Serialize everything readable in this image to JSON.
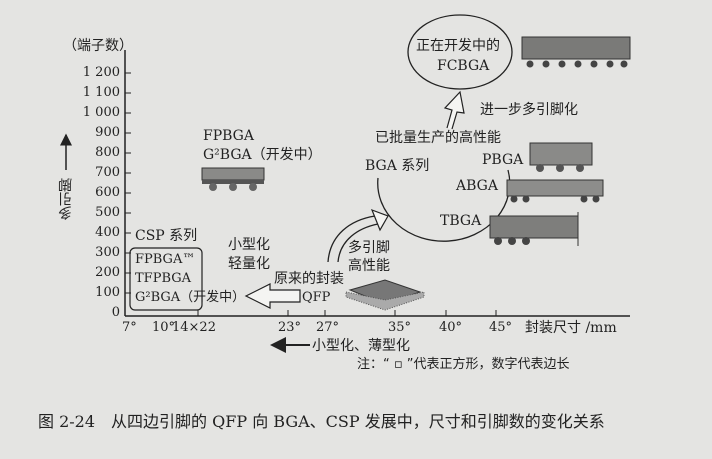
{
  "yaxis": {
    "unit": "（端子数）",
    "label": "多引脚",
    "ticks": [
      "0",
      "100",
      "200",
      "300",
      "400",
      "500",
      "600",
      "700",
      "800",
      "900",
      "1 000",
      "1 100",
      "1 200"
    ]
  },
  "xaxis": {
    "ticks": [
      "7°",
      "10°",
      "14×22",
      "23°",
      "27°",
      "35°",
      "40°",
      "45°"
    ],
    "label": "封装尺寸 /mm",
    "direction_label": "小型化、薄型化"
  },
  "fpbga": {
    "line1": "FPBGA",
    "line2": "G²BGA（开发中）"
  },
  "csp": {
    "title": "CSP 系列",
    "items": [
      "FPBGA™",
      "TFPBGA",
      "G²BGA（开发中）"
    ],
    "trend": [
      "小型化",
      "轻量化"
    ]
  },
  "qfp": {
    "label1": "原来的封装",
    "label2": "QFP",
    "trend": [
      "多引脚",
      "高性能"
    ]
  },
  "bga": {
    "title1": "已批量生产的高性能",
    "title2": "BGA 系列",
    "types": [
      "PBGA",
      "ABGA",
      "TBGA"
    ],
    "next_step": "进一步多引脚化"
  },
  "fcbga": {
    "line1": "正在开发中的",
    "line2": "FCBGA"
  },
  "note": "注：“ ▫ ”代表正方形，数字代表边长",
  "caption": "图 2-24　从四边引脚的 QFP 向 BGA、CSP 发展中，尺寸和引脚数的变化关系"
}
